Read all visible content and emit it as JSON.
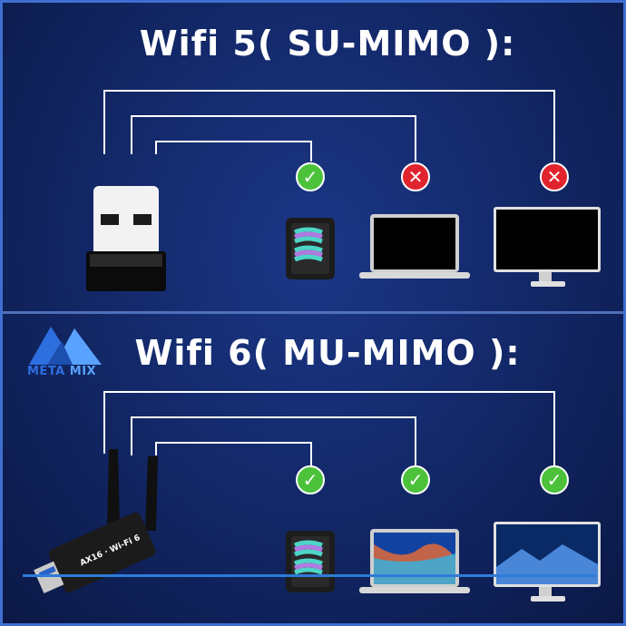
{
  "sections": [
    {
      "title": "Wifi 5( SU-MIMO ):"
    },
    {
      "title": "Wifi 6( MU-MIMO ):"
    }
  ],
  "brand": {
    "word1": "META",
    "word2": "MIX"
  },
  "adapter_label": "AX16 · Wi-Fi 6",
  "colors": {
    "background": "#13296a",
    "wire": "#ffffff",
    "ok": "#4cc23a",
    "fail": "#e1232d",
    "accent": "#2d7bd8"
  },
  "status": {
    "top": [
      "ok",
      "fail",
      "fail"
    ],
    "bottom": [
      "ok",
      "ok",
      "ok"
    ]
  }
}
